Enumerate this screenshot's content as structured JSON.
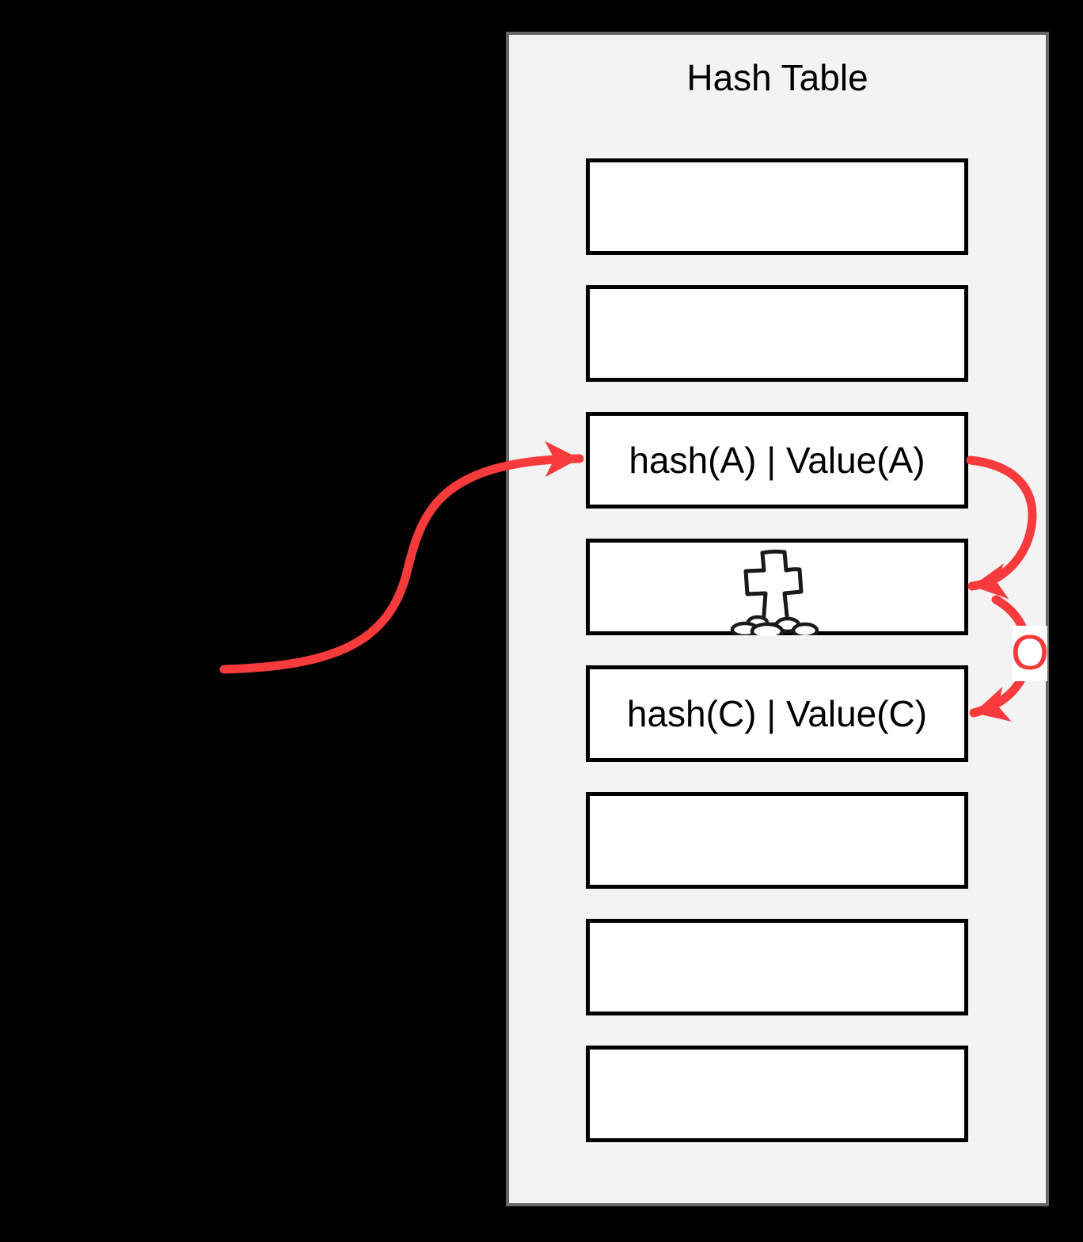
{
  "colors": {
    "canvas_background": "#000000",
    "panel_background": "#f3f3f3",
    "panel_border": "#666666",
    "slot_background": "#ffffff",
    "slot_border": "#000000",
    "text": "#000000",
    "arrow_red": "#f73a3c"
  },
  "panel": {
    "title": "Hash Table"
  },
  "table": {
    "slots": [
      {
        "label": ""
      },
      {
        "label": ""
      },
      {
        "label": "hash(A) | Value(A)"
      },
      {
        "label": "",
        "icon": "tombstone-icon"
      },
      {
        "label": "hash(C) | Value(C)"
      },
      {
        "label": ""
      },
      {
        "label": ""
      },
      {
        "label": ""
      }
    ]
  },
  "annotations": {
    "collision_label": "O",
    "arrows": [
      {
        "name": "entry-probe-arrow",
        "target": "slot hash(A)"
      },
      {
        "name": "probe-step-arrow-1",
        "target": "tombstone slot"
      },
      {
        "name": "probe-step-arrow-2",
        "target": "slot hash(C)"
      }
    ]
  }
}
